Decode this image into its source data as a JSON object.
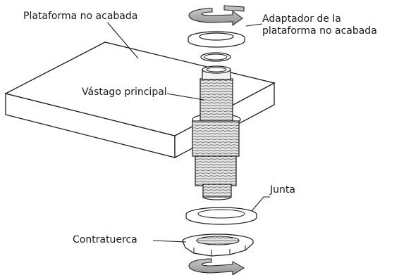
{
  "labels": {
    "plataforma": "Plataforma no acabada",
    "adaptador_line1": "Adaptador de la",
    "adaptador_line2": "plataforma no acabada",
    "vastago": "Vástago principal",
    "junta": "Junta",
    "contratuerca": "Contratuerca"
  },
  "colors": {
    "stroke": "#1a1a1a",
    "part_fill": "#ffffff",
    "thread_fill": "#e4e4e4",
    "arrow_fill": "#aaaaaa"
  },
  "icons": {
    "top_arrow": "rotate-arrow-icon",
    "bottom_arrow": "rotate-arrow-icon"
  }
}
